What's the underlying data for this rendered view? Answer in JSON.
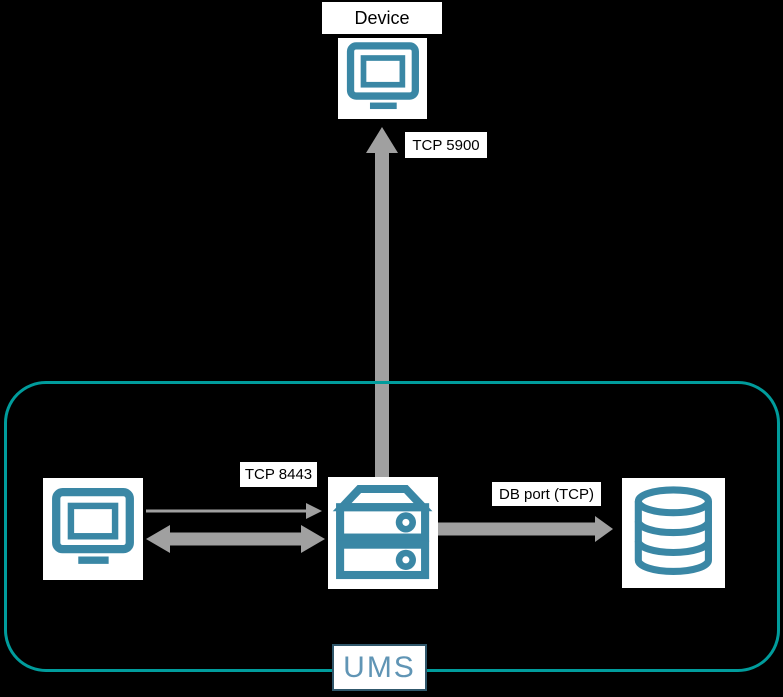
{
  "colors": {
    "background": "#000000",
    "icon-teal": "#3a87a5",
    "ums-border": "#009c9c",
    "arrow-gray": "#a0a0a0",
    "label-bg": "#ffffff",
    "label-text": "#000000",
    "ums-label-text": "#6095b5",
    "ums-label-border": "#30576b"
  },
  "nodes": {
    "device": {
      "label": "Device",
      "icon": "monitor-icon"
    },
    "admin_console": {
      "icon": "monitor-icon"
    },
    "ums_server": {
      "icon": "server-icon"
    },
    "database": {
      "icon": "database-icon"
    }
  },
  "edges": {
    "device_vnc": {
      "label": "TCP 5900",
      "direction": "server-to-device"
    },
    "console_server": {
      "label": "TCP 8443",
      "direction": "bidirectional"
    },
    "server_db": {
      "label": "DB port (TCP)",
      "direction": "server-to-database"
    }
  },
  "container": {
    "label": "UMS"
  }
}
